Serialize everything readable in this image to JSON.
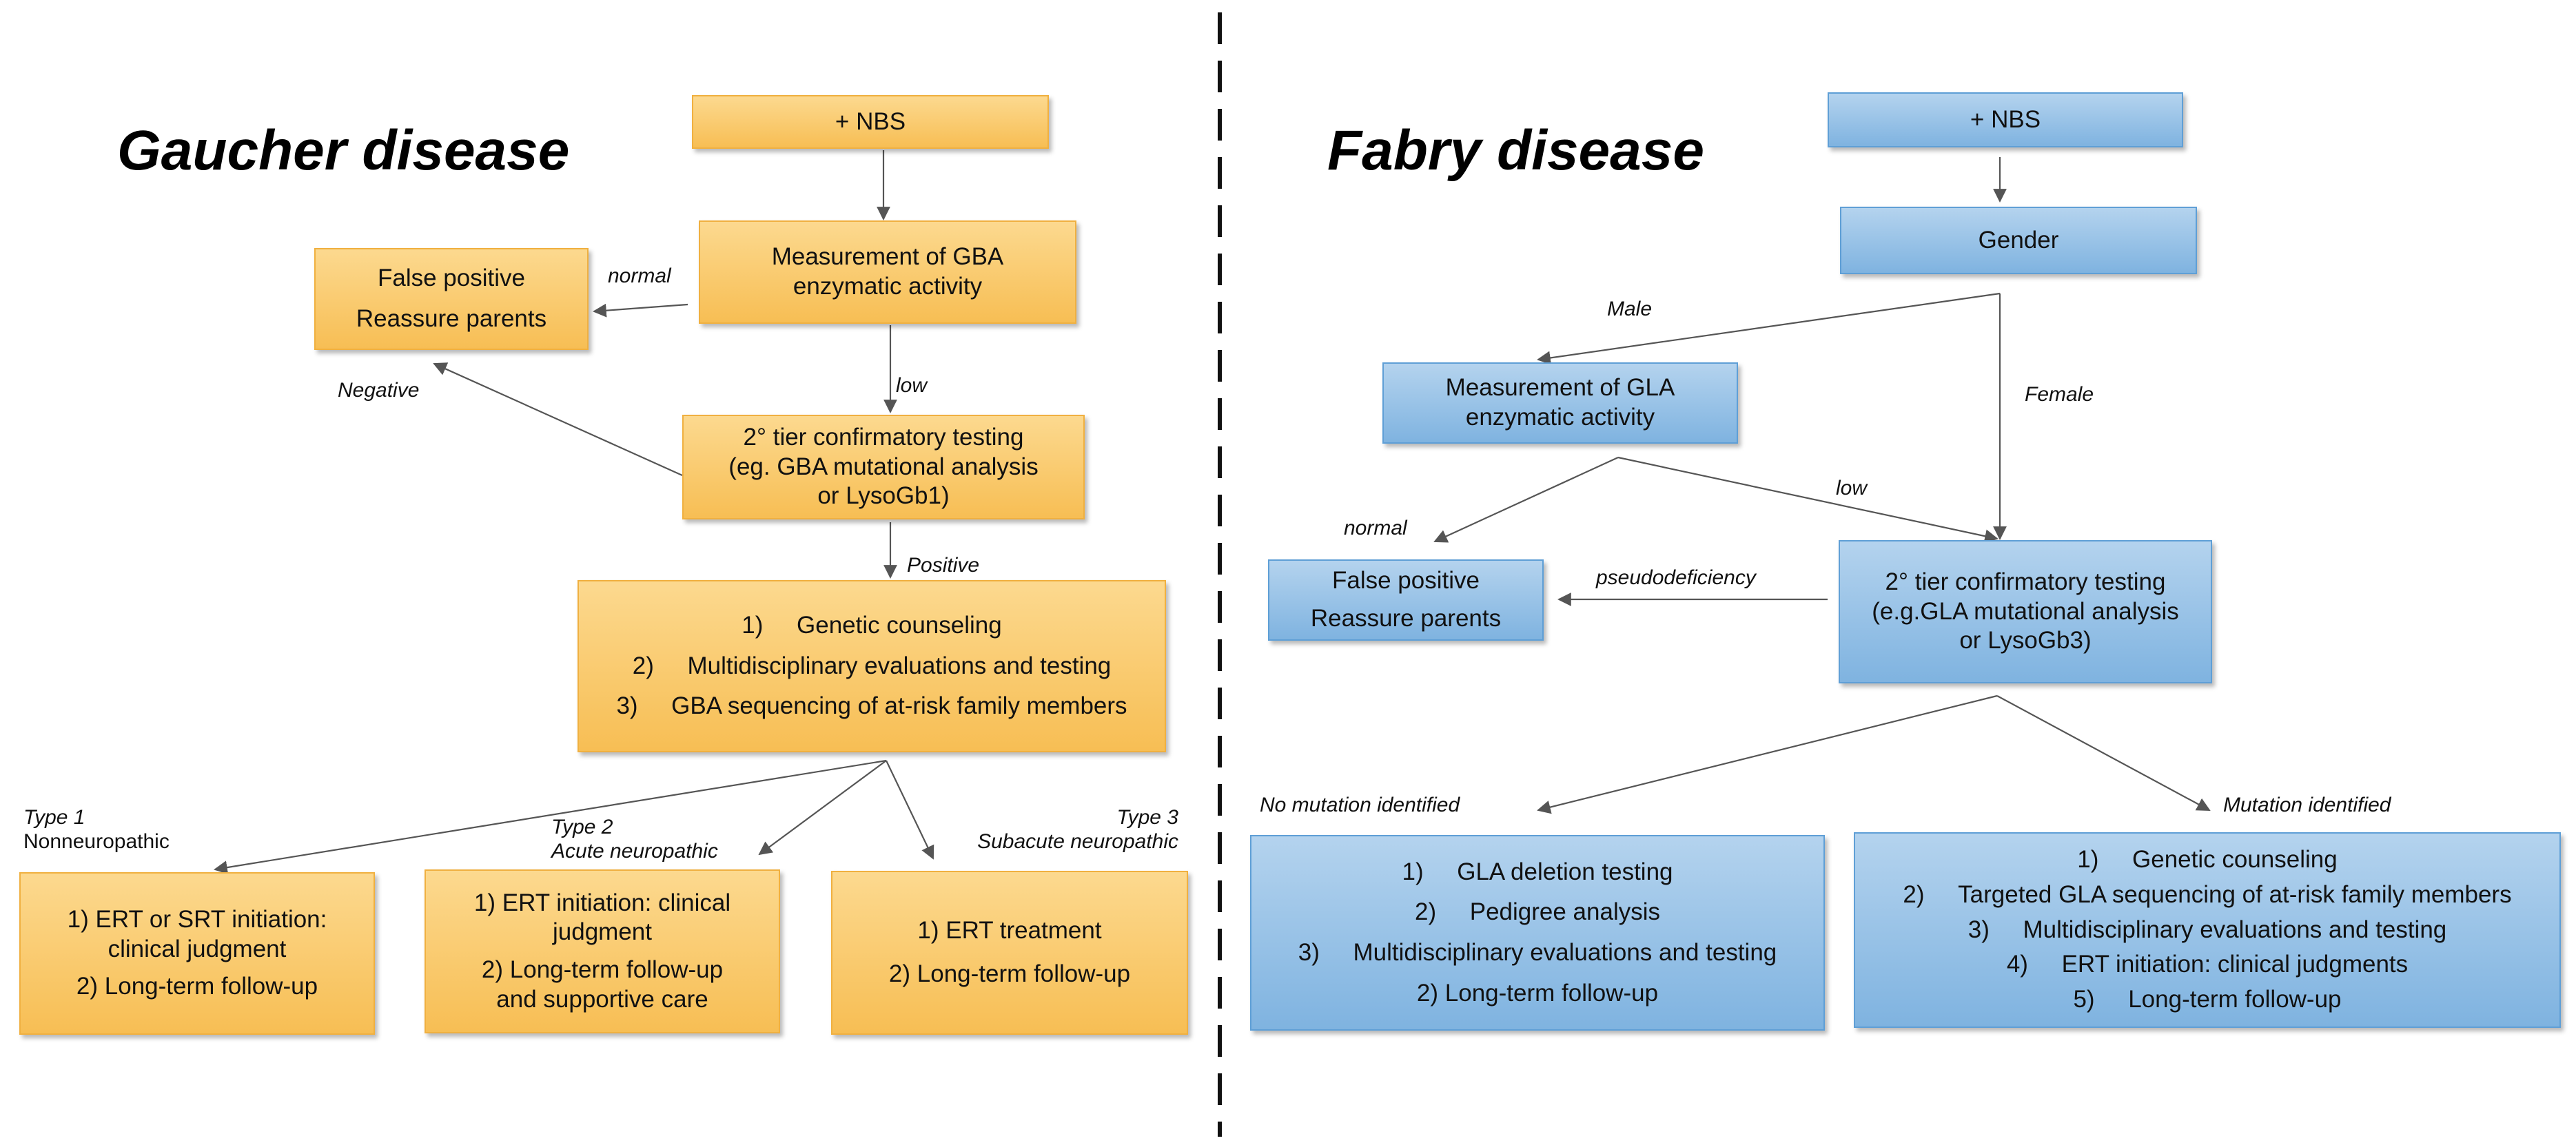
{
  "gaucher": {
    "title": "Gaucher disease",
    "nbs": "+ NBS",
    "gba_measure": [
      "Measurement of GBA",
      "enzymatic activity"
    ],
    "false_positive": [
      "False positive",
      "Reassure parents"
    ],
    "normal_label": "normal",
    "low_label": "low",
    "negative_label": "Negative",
    "tier2": [
      "2° tier confirmatory testing",
      "(eg. GBA mutational analysis",
      "or LysoGb1)"
    ],
    "positive_label": "Positive",
    "positive_steps": [
      "1)     Genetic counseling",
      "2)     Multidisciplinary evaluations and testing",
      "3)     GBA sequencing of at-risk family members"
    ],
    "type1_label": [
      "Type 1",
      "Nonneuropathic"
    ],
    "type2_label": [
      "Type 2",
      "Acute neuropathic"
    ],
    "type3_label": [
      "Type 3",
      "Subacute neuropathic"
    ],
    "type1_box": [
      "1) ERT or SRT initiation:",
      "clinical judgment",
      "2) Long-term follow-up"
    ],
    "type2_box": [
      "1) ERT initiation: clinical",
      "judgment",
      "2) Long-term follow-up",
      "and supportive care"
    ],
    "type3_box": [
      "1) ERT treatment",
      "2) Long-term follow-up"
    ]
  },
  "fabry": {
    "title": "Fabry disease",
    "nbs": "+ NBS",
    "gender": "Gender",
    "male_label": "Male",
    "female_label": "Female",
    "gla_measure": [
      "Measurement of GLA",
      "enzymatic activity"
    ],
    "normal_label": "normal",
    "low_label": "low",
    "false_positive": [
      "False positive",
      "Reassure parents"
    ],
    "pseudo_label": "pseudodeficiency",
    "tier2": [
      "2° tier confirmatory testing",
      "(e.g.GLA mutational analysis",
      "or LysoGb3)"
    ],
    "no_mutation_label": "No mutation identified",
    "mutation_label": "Mutation identified",
    "no_mutation_steps": [
      "1)     GLA deletion testing",
      "2)     Pedigree analysis",
      "3)     Multidisciplinary evaluations and testing",
      "2) Long-term follow-up"
    ],
    "mutation_steps": [
      "1)     Genetic counseling",
      "2)     Targeted GLA sequencing of at-risk family members",
      "3)     Multidisciplinary evaluations and testing",
      "4)     ERT initiation: clinical judgments",
      "5)     Long-term follow-up"
    ]
  },
  "colors": {
    "orange_top": "#fcd98f",
    "orange_bottom": "#f7be54",
    "blue_top": "#b4d3ee",
    "blue_bottom": "#7fb3e0",
    "arrow": "#555555",
    "divider": "#111111"
  }
}
